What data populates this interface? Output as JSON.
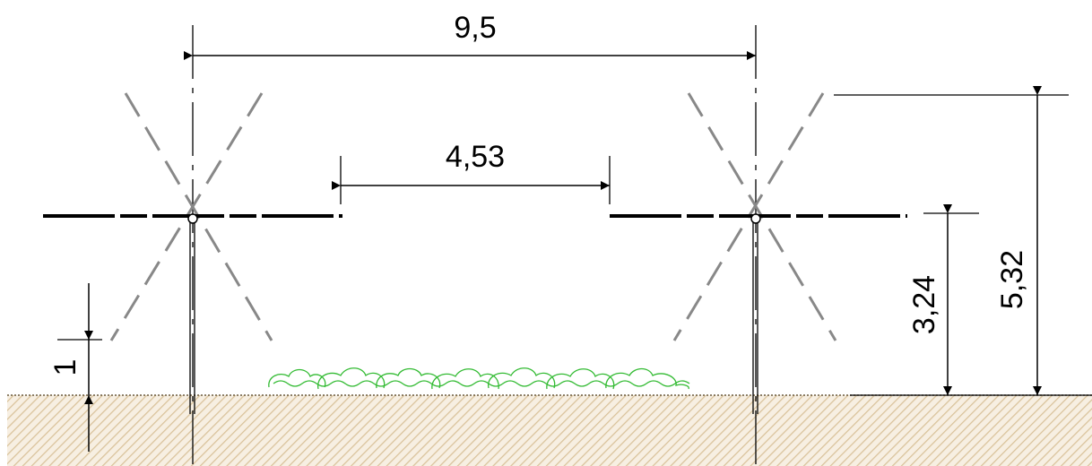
{
  "dimensions": {
    "post_spacing": "9,5",
    "gap": "4,53",
    "bury_depth": "1",
    "panel_height": "3,24",
    "total_height": "5,32"
  },
  "colors": {
    "ink": "#000000",
    "dashed_arms": "#888888",
    "bushes": "#33bb33",
    "ground_hatch": "#d9c29a",
    "ground_fill": "#f7efe2"
  }
}
